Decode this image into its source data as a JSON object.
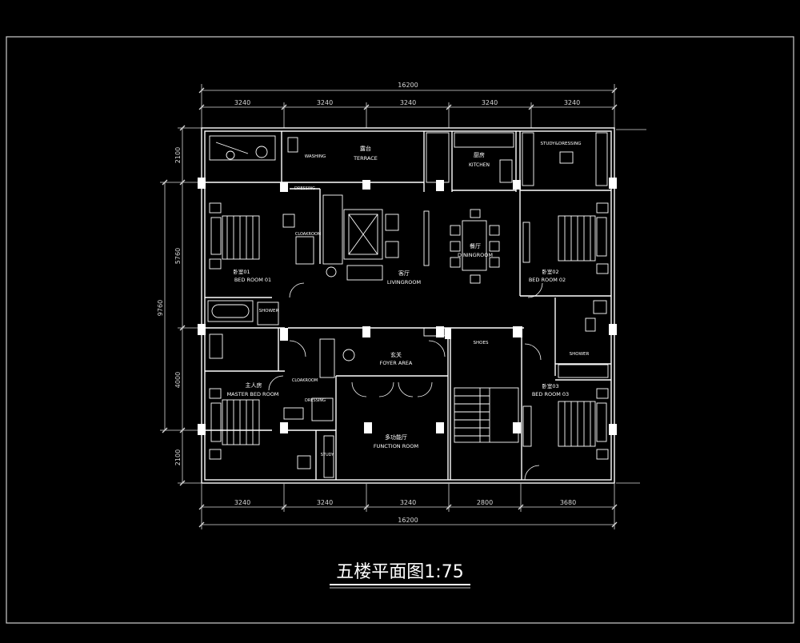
{
  "drawing": {
    "title": "五楼平面图1:75",
    "colors": {
      "background": "#000000",
      "line": "#ffffff",
      "frame": "#cfcfcf",
      "dim": "#d8d8d8"
    }
  },
  "dimensions": {
    "top_total": "16200",
    "top_segments": [
      "3240",
      "3240",
      "3240",
      "3240",
      "3240"
    ],
    "bottom_total": "16200",
    "bottom_segments": [
      "3240",
      "3240",
      "3240",
      "2800",
      "3680"
    ],
    "left_total": "9760",
    "left_segments": [
      "2100",
      "5760",
      "4000",
      "2100"
    ]
  },
  "rooms": {
    "terrace_cn": "露台",
    "terrace": "TERRACE",
    "washing": "WASHING",
    "dressing_top": "DRESSING",
    "kitchen_cn": "厨房",
    "kitchen": "KITCHEN",
    "study_dressing": "STUDY&DRESSING",
    "cloakroom_1": "CLOAKROOM",
    "bedroom01_cn": "卧室01",
    "bedroom01": "BED ROOM 01",
    "living_cn": "客厅",
    "living": "LIVINGROOM",
    "dining_cn": "餐厅",
    "dining": "DININGROOM",
    "bedroom02_cn": "卧室02",
    "bedroom02": "BED ROOM 02",
    "shower_1": "SHOWER",
    "shower_2": "SHOWER",
    "shoes": "SHOES",
    "foyer_cn": "玄关",
    "foyer": "FOYER AREA",
    "master_cn": "主人房",
    "master": "MASTER BED ROOM",
    "cloakroom_2": "CLOAKROOM",
    "dressing_2": "DRESSING",
    "bedroom03_cn": "卧室03",
    "bedroom03": "BED ROOM 03",
    "function_cn": "多功能厅",
    "function": "FUNCTION ROOM",
    "study": "STUDY"
  }
}
